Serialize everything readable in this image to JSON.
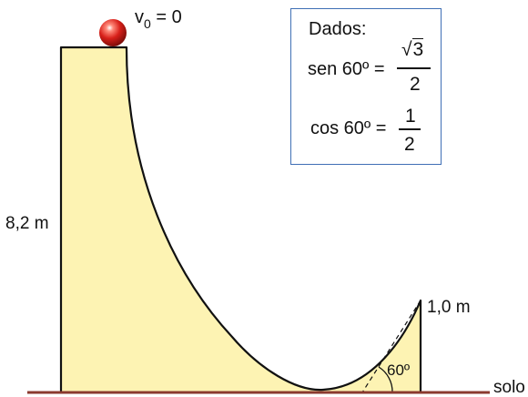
{
  "colors": {
    "ramp_fill": "#fdf3b3",
    "ramp_stroke": "#111111",
    "ground": "#8b3a2f",
    "ball": "#d8201a",
    "box_border": "#3f6fb5"
  },
  "labels": {
    "v0": "v",
    "v0_sub": "0",
    "v0_value": "= 0",
    "height_left": "8,2 m",
    "height_right": "1,0 m",
    "ground": "solo",
    "angle": "60º"
  },
  "dados": {
    "title": "Dados:",
    "sin": {
      "lhs": "sen 60º =",
      "numerator_radical": "√",
      "numerator_value": "3",
      "denominator": "2"
    },
    "cos": {
      "lhs": "cos 60º =",
      "numerator": "1",
      "denominator": "2"
    }
  }
}
